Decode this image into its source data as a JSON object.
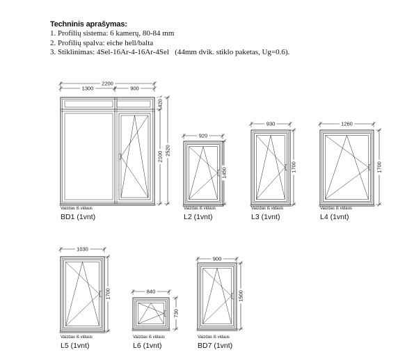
{
  "spec": {
    "title": "Techninis aprašymas:",
    "lines": [
      "1. Profilių sistema: 6 kamerų, 80-84 mm",
      "2. Profilių spalva: eiche hell/balta",
      "3. Stiklinimas: 4Sel-16Ar-4-16Ar-4Sel   (44mm dvik. stiklo paketas, Ug=0.6)."
    ]
  },
  "view_label": "Vaizdas iš vidaus",
  "windows": [
    {
      "id": "BD1",
      "name": "BD1 (1vnt)",
      "width_label": "2200",
      "height_label": "2520",
      "segments": [
        "1300",
        "900"
      ],
      "transom_label": "420",
      "door_height_label": "2100"
    },
    {
      "id": "L2",
      "name": "L2 (1vnt)",
      "width_label": "920",
      "height_label": "1450"
    },
    {
      "id": "L3",
      "name": "L3 (1vnt)",
      "width_label": "930",
      "height_label": "1700"
    },
    {
      "id": "L4",
      "name": "L4 (1vnt)",
      "width_label": "1260",
      "height_label": "1700"
    },
    {
      "id": "L5",
      "name": "L5 (1vnt)",
      "width_label": "1030",
      "height_label": "1700"
    },
    {
      "id": "L6",
      "name": "L6 (1vnt)",
      "width_label": "840",
      "height_label": "730"
    },
    {
      "id": "BD7",
      "name": "BD7 (1vnt)",
      "width_label": "900",
      "height_label": "1500"
    }
  ],
  "colors": {
    "line": "#222222",
    "text": "#111111",
    "background": "#ffffff"
  }
}
